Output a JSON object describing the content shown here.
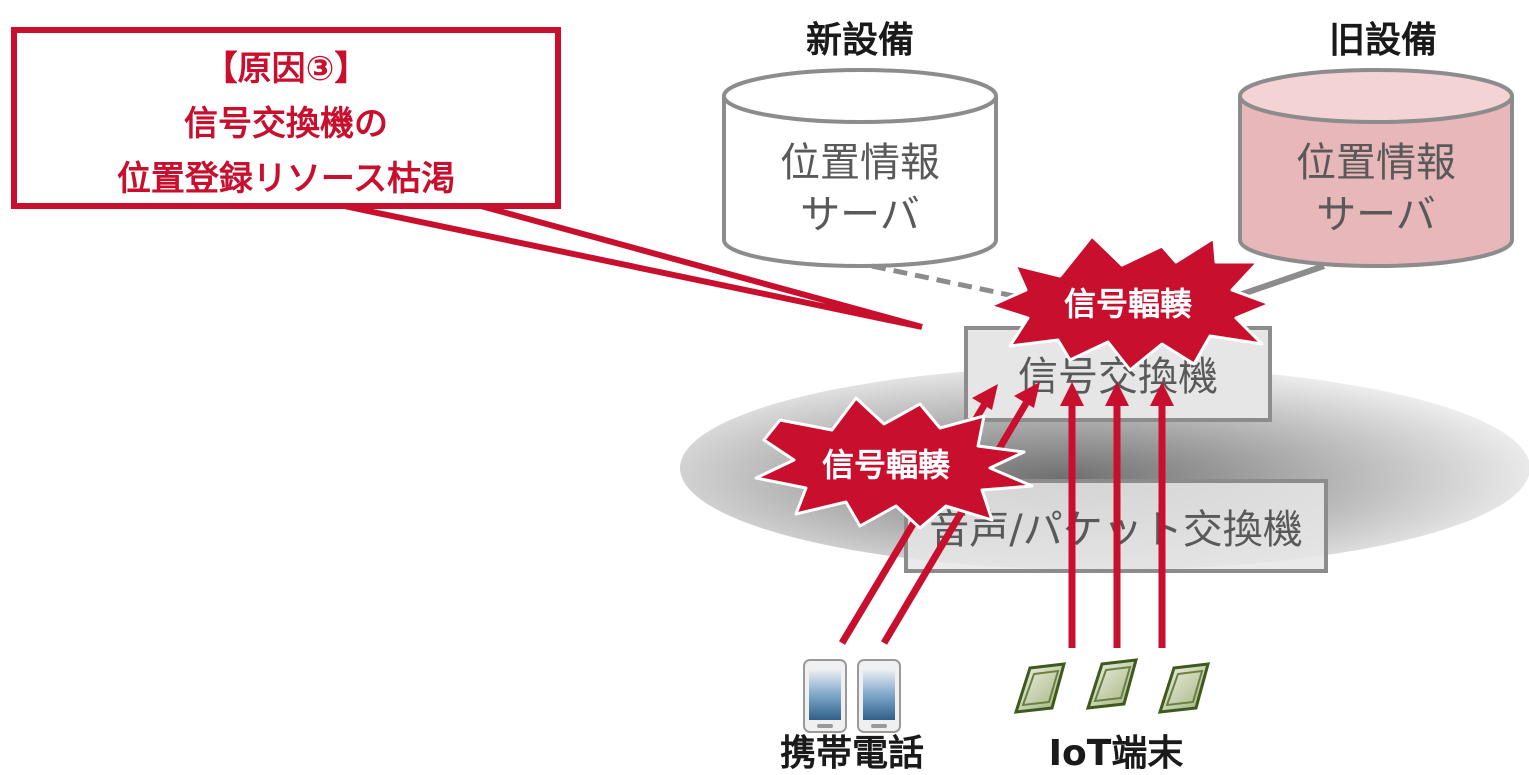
{
  "cause_callout": {
    "line1": "【原因③】",
    "line2": "信号交換機の",
    "line3": "位置登録リソース枯渇"
  },
  "new_server": {
    "heading": "新設備",
    "name_line1": "位置情報",
    "name_line2": "サーバ"
  },
  "old_server": {
    "heading": "旧設備",
    "name_line1": "位置情報",
    "name_line2": "サーバ"
  },
  "signal_switch": {
    "label": "信号交換機"
  },
  "voice_packet_switch": {
    "label": "音声/パケット交換機"
  },
  "congestion_burst_upper": {
    "label": "信号輻輳"
  },
  "congestion_burst_lower": {
    "label": "信号輻輳"
  },
  "mobile_phones": {
    "label": "携帯電話",
    "count": 2
  },
  "iot_devices": {
    "label": "IoT端末",
    "count": 3
  },
  "colors": {
    "accent_red": "#c8102e",
    "burst_fill": "#c8102e",
    "old_server_fill": "#e8b7b9",
    "new_server_fill": "#ffffff",
    "switch_fill": "#e6e6e6",
    "switch_stroke": "#7f7f7f",
    "link_gray": "#8c8c8c"
  }
}
